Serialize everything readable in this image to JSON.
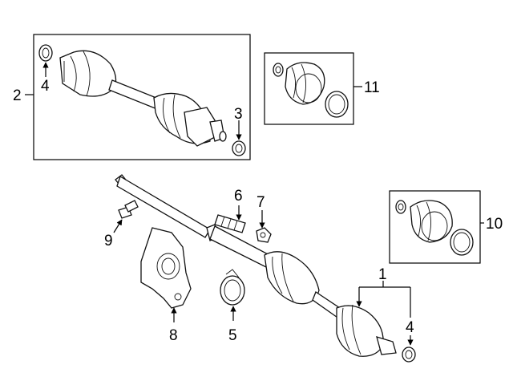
{
  "callouts": {
    "c1": "1",
    "c2": "2",
    "c3": "3",
    "c4_top": "4",
    "c4_bottom": "4",
    "c5": "5",
    "c6": "6",
    "c7": "7",
    "c8": "8",
    "c9": "9",
    "c10": "10",
    "c11": "11"
  }
}
